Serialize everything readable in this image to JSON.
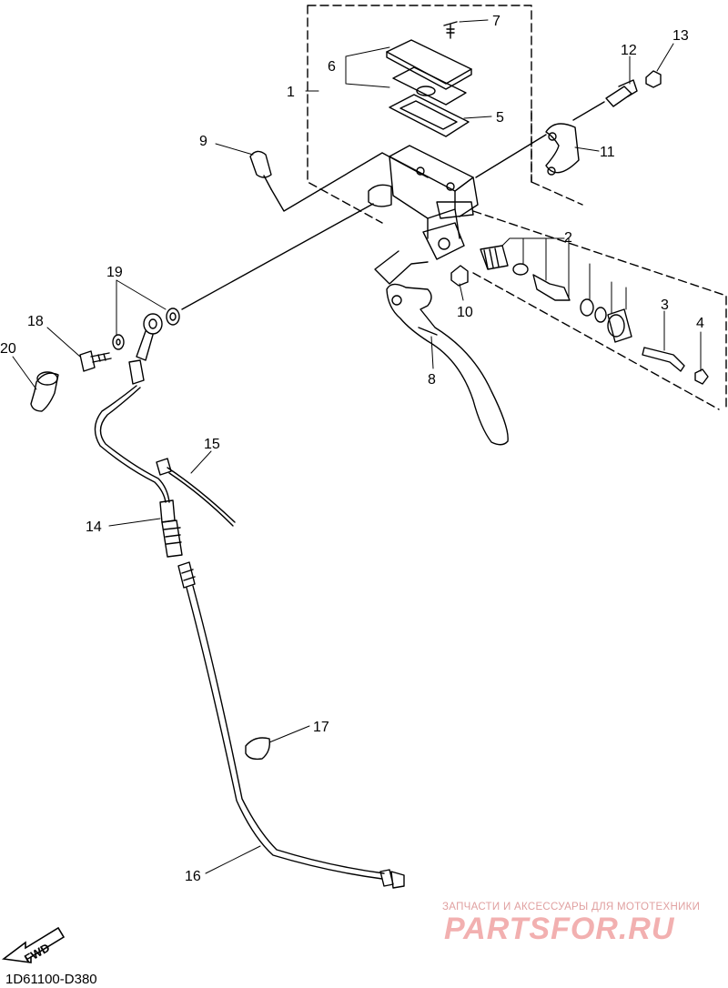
{
  "diagram": {
    "drawing_code": "1D61100-D380",
    "forward_label": "FWD",
    "callouts": [
      "1",
      "2",
      "3",
      "4",
      "5",
      "6",
      "7",
      "8",
      "9",
      "10",
      "11",
      "12",
      "13",
      "14",
      "15",
      "16",
      "17",
      "18",
      "19",
      "20"
    ]
  },
  "watermark": {
    "subtitle": "ЗАПЧАСТИ И АКСЕССУАРЫ ДЛЯ МОТОТЕХНИКИ",
    "brand": "PARTSFOR.RU",
    "color": "#f2b0b0"
  },
  "colors": {
    "line": "#000000",
    "background": "#ffffff"
  }
}
